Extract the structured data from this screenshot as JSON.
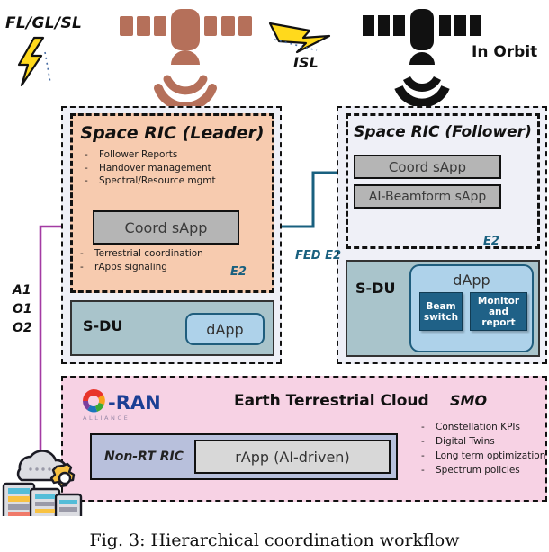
{
  "figure": {
    "caption": "Fig. 3: Hierarchical coordination workflow"
  },
  "space_segment": {
    "fl_gl_sl_label": "FL/GL/SL",
    "isl_label": "ISL",
    "in_orbit_label": "In Orbit",
    "leader_satellite_icon": "satellite-icon",
    "follower_satellite_icon": "satellite-icon",
    "fl_bolt_icon": "lightning-bolt-icon",
    "isl_bolt_icon": "lightning-bolt-icon"
  },
  "leader": {
    "ric_title": "Space RIC (Leader)",
    "bullets_top": [
      "Follower Reports",
      "Handover management",
      "Spectral/Resource mgmt"
    ],
    "bullets_bottom": [
      "Terrestrial coordination",
      "rApps signaling"
    ],
    "coord_sapp": "Coord sApp",
    "sdu_label": "S-DU",
    "dapp_label": "dApp"
  },
  "follower": {
    "ric_title": "Space RIC (Follower)",
    "coord_sapp": "Coord sApp",
    "ai_beamform_sapp": "AI-Beamform sApp",
    "sdu_label": "S-DU",
    "dapp_label": "dApp",
    "dapp_modules": [
      "Beam switch",
      "Monitor and report"
    ],
    "beam_switch_line1": "Beam",
    "beam_switch_line2": "switch",
    "monitor_line1": "Monitor",
    "monitor_line2": "and report"
  },
  "earth": {
    "logo_text": "O-RAN",
    "logo_subtext": "A L L I A N C E",
    "title": "Earth Terrestrial Cloud",
    "smo_label": "SMO",
    "smo_bullets": [
      "Constellation KPIs",
      "Digital Twins",
      "Long term optimization",
      "Spectrum policies"
    ],
    "nonrt_ric_label": "Non-RT RIC",
    "rapp_label": "rApp (AI-driven)",
    "ground_station_icon": "cloud-server-gear-icon"
  },
  "interfaces": {
    "a1_o1_o2": [
      "A1",
      "O1",
      "O2"
    ],
    "e2_leader": "E2",
    "fed_e2": "FED E2",
    "e2_follower": "E2"
  },
  "colors": {
    "leader_ric_fill": "#f7cbaf",
    "follower_ric_fill": "#eff0f7",
    "sdu_fill": "#a9c4cb",
    "dapp_fill": "#aed2ea",
    "dapp_module_fill": "#1f6187",
    "earth_cloud_fill": "#f7d2e4",
    "nonrt_fill": "#b8c0dc",
    "sapp_fill": "#b5b5b5",
    "satellite_leader": "#b5705a",
    "satellite_follower": "#111111",
    "link_teal": "#19607f",
    "link_purple": "#a33ba3",
    "bolt_yellow": "#ffd91c"
  }
}
